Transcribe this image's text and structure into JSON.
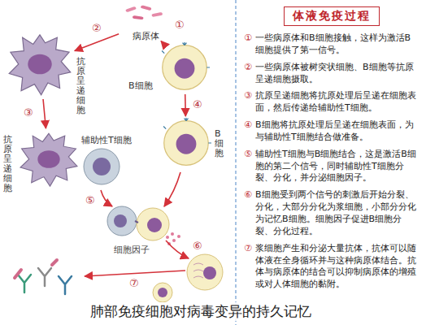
{
  "diagram": {
    "caption": "肺部免疫细胞对病毒变异的持久记忆",
    "nodes": [
      {
        "text": [
          "病原体"
        ]
      },
      {
        "text": [
          "抗原呈递细胞"
        ]
      },
      {
        "text": [
          "B细胞"
        ]
      },
      {
        "text": [
          "抗原呈递细胞"
        ]
      },
      {
        "text": [
          "辅助性T细胞"
        ]
      },
      {
        "text": [
          "B细胞"
        ]
      },
      {
        "text": [
          "体液免疫过程",
          "一些病原体和B细胞接触，这样为激活B细胞提供了第一信号。",
          "一些病原体被树突状细胞、B细胞等抗原呈递细胞摄取。",
          "抗原呈递细胞将抗原处理后呈递在细胞表面，然后传递给辅助性T细胞。",
          "B细胞将抗原处理后呈递在细胞表面，为与辅助性T细胞结合做准备。",
          "辅助性T细胞与B细胞结合，这是激活B细胞的第二个信号，同时辅助性T细胞分裂、分化，并分泌细胞因子。",
          "B细胞受到两个信号的刺激后开始分裂、分化，大部分分化为浆细胞，小部分分化为记忆B细胞。细胞因子促进B细胞分裂、分化过程。",
          "浆细胞产生和分泌大量抗体，抗体可以随体液在全身循环并与这种病原体结合。抗体与病原体的结合可以抑制病原体的增殖或对人体细胞的黏附。"
        ]
      }
    ],
    "edges": [
      {
        "from": 0,
        "to": 1,
        "arrow": "to"
      },
      {
        "from": 0,
        "to": 2,
        "arrow": "to"
      },
      {
        "from": 1,
        "to": 3,
        "arrow": "to"
      },
      {
        "from": 2,
        "to": 5,
        "arrow": "to"
      }
    ],
    "labels": [
      "①",
      "②",
      "③",
      "④",
      "⑤",
      "⑥",
      "⑦",
      "①",
      "②",
      "③",
      "④",
      "⑤",
      "⑥",
      "⑦",
      "细胞因子"
    ]
  }
}
